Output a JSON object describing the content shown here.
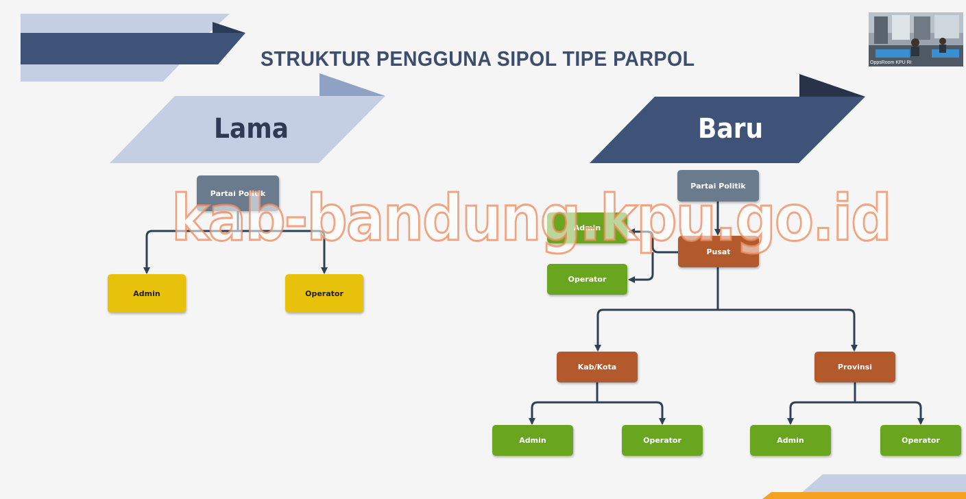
{
  "slide": {
    "title": "STRUKTUR PENGGUNA SIPOL TIPE PARPOL",
    "left_banner": "Lama",
    "right_banner": "Baru"
  },
  "diagram": {
    "lama": {
      "root": "Partai Politik",
      "children": [
        "Admin",
        "Operator"
      ]
    },
    "baru": {
      "root": "Partai Politik",
      "pusat": "Pusat",
      "pusat_users": [
        "Admin",
        "Operator"
      ],
      "kab_kota": "Kab/Kota",
      "kab_kota_users": [
        "Admin",
        "Operator"
      ],
      "provinsi": "Provinsi",
      "provinsi_users": [
        "Admin",
        "Operator"
      ]
    }
  },
  "watermark": "kab-bandung.kpu.go.id",
  "video_overlay": {
    "label": "OppsRoom KPU RI"
  },
  "colors": {
    "title": "#3d4d6e",
    "dark_banner": "#3f5277",
    "light_banner": "#c5cfe3",
    "gray_node": "#6b7b8e",
    "yellow_node": "#e8c10a",
    "brown_node": "#b25a2c",
    "green_node": "#6aa520",
    "connector": "#2f4055",
    "orange_accent": "#f5a020"
  }
}
